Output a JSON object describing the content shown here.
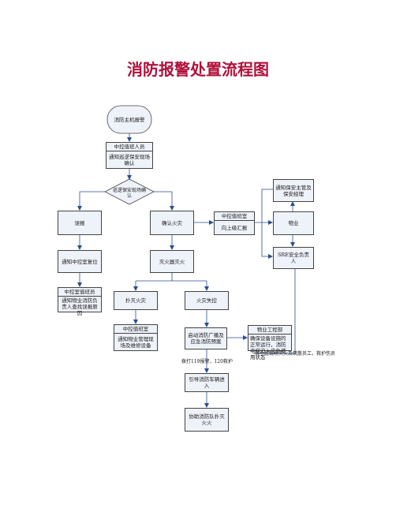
{
  "title": "消防报警处置流程图",
  "nodes": {
    "start": "消防主机报警",
    "patrol_header": "中控值班人员",
    "patrol_body": "通知巡逻保安现场确认",
    "decision": "巡逻保安现场确认",
    "false_alarm": "误报",
    "confirm_fire": "确认火灾",
    "reset_host": "通知中控室复位",
    "big_small": "灭火器灭火",
    "control_header": "中控室值班员",
    "control_body": "通知物业消防负责人查找误报原因",
    "small_fire": "扑灭火灾",
    "big_fire": "火灾失控",
    "duty_header": "中控值班室",
    "duty_body": "通知物业管理现场及维修设备",
    "broadcast": "启动消防广播及应急消防预案",
    "guide": "引导消防车辆进入",
    "assist": "协助消防队扑灭火火",
    "center_header": "中控值班室",
    "center_body": "向上级汇报",
    "notify_security": "通知保安主管及保安经理",
    "property": "物业",
    "sre": "SRE安全负责人",
    "works_header": "物业工程部",
    "works_body": "确保设备设施的正常运行，消防电梯迫入应急使用状态"
  },
  "labels": {
    "call_119": "拨打119报警，120救护",
    "evacuate": "各小组现场灭火及疏散员工，救护伤员"
  }
}
